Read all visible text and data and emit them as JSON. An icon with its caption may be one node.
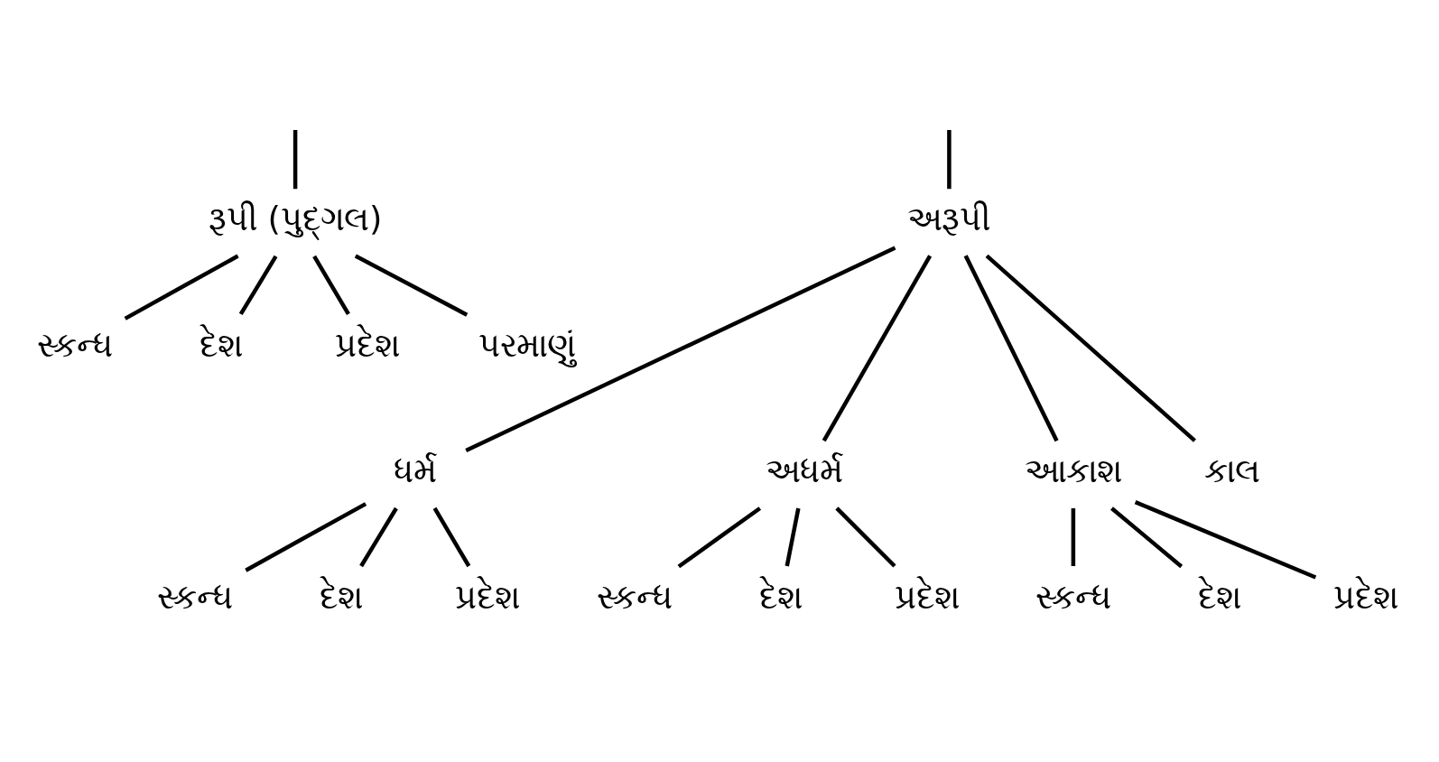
{
  "diagram": {
    "nodes": [
      {
        "text": [
          "રૂપી (પુદ્ગલ)"
        ]
      },
      {
        "text": [
          "અરૂપી"
        ]
      },
      {
        "text": [
          "સ્કન્ધ"
        ]
      },
      {
        "text": [
          "દેશ"
        ]
      },
      {
        "text": [
          "પ્રદેશ"
        ]
      },
      {
        "text": [
          "પરમાણું"
        ]
      },
      {
        "text": [
          "ધર્મ"
        ]
      },
      {
        "text": [
          "અધર્મ"
        ]
      },
      {
        "text": [
          "આકાશ"
        ]
      },
      {
        "text": [
          "કાલ"
        ]
      },
      {
        "text": [
          "સ્કન્ધ"
        ]
      },
      {
        "text": [
          "દેશ"
        ]
      },
      {
        "text": [
          "પ્રદેશ"
        ]
      },
      {
        "text": [
          "સ્કન્ધ"
        ]
      },
      {
        "text": [
          "દેશ"
        ]
      },
      {
        "text": [
          "પ્રદેશ"
        ]
      },
      {
        "text": [
          "સ્કન્ધ"
        ]
      },
      {
        "text": [
          "દેશ"
        ]
      },
      {
        "text": [
          "પ્રદેશ"
        ]
      }
    ],
    "edges": [
      {
        "from": null,
        "to": 0,
        "arrow": "none"
      },
      {
        "from": null,
        "to": 1,
        "arrow": "none"
      },
      {
        "from": 0,
        "to": 2,
        "arrow": "none"
      },
      {
        "from": 0,
        "to": 3,
        "arrow": "none"
      },
      {
        "from": 0,
        "to": 4,
        "arrow": "none"
      },
      {
        "from": 0,
        "to": 5,
        "arrow": "none"
      },
      {
        "from": 1,
        "to": 6,
        "arrow": "none"
      },
      {
        "from": 1,
        "to": 7,
        "arrow": "none"
      },
      {
        "from": 1,
        "to": 8,
        "arrow": "none"
      },
      {
        "from": 1,
        "to": 9,
        "arrow": "none"
      },
      {
        "from": 6,
        "to": 10,
        "arrow": "none"
      },
      {
        "from": 6,
        "to": 11,
        "arrow": "none"
      },
      {
        "from": 6,
        "to": 12,
        "arrow": "none"
      },
      {
        "from": 7,
        "to": 13,
        "arrow": "none"
      },
      {
        "from": 7,
        "to": 14,
        "arrow": "none"
      },
      {
        "from": 7,
        "to": 15,
        "arrow": "none"
      },
      {
        "from": 8,
        "to": 16,
        "arrow": "none"
      },
      {
        "from": 8,
        "to": 17,
        "arrow": "none"
      },
      {
        "from": 8,
        "to": 18,
        "arrow": "none"
      }
    ]
  }
}
